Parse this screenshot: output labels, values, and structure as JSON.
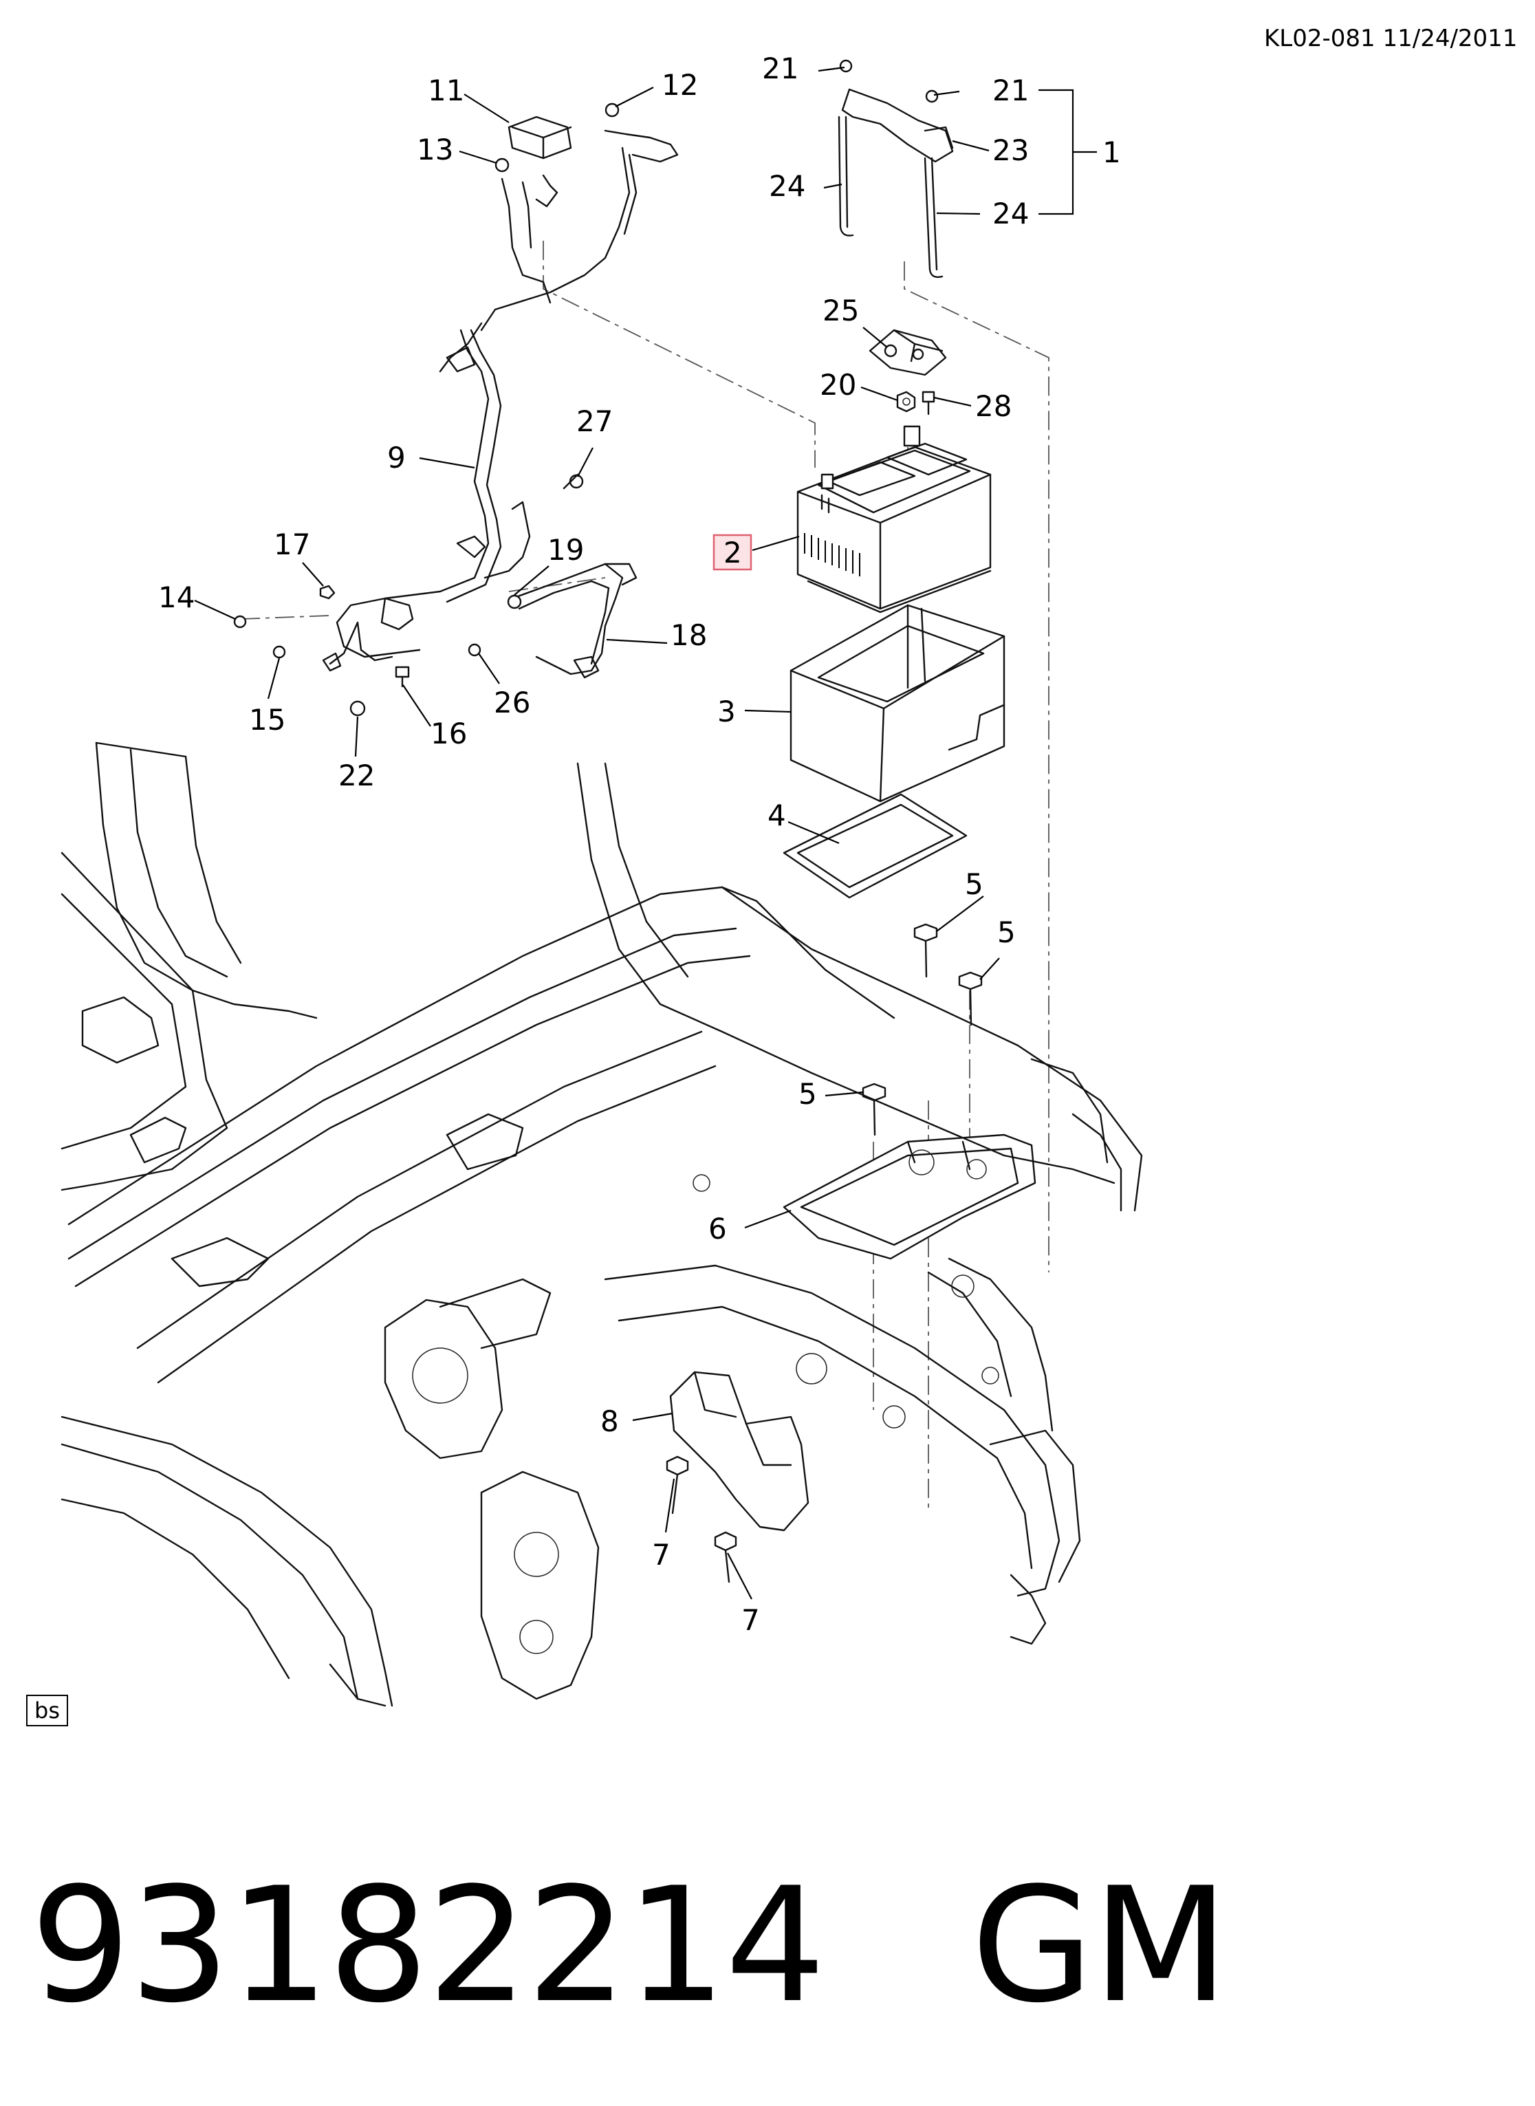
{
  "header": {
    "drawing_code": "KL02-081 11/24/2011"
  },
  "view_tag": "bs",
  "footer": {
    "part_number": "93182214",
    "brand": "GM"
  },
  "callouts": {
    "c1": "1",
    "c2": "2",
    "c3": "3",
    "c4": "4",
    "c5a": "5",
    "c5b": "5",
    "c5c": "5",
    "c6": "6",
    "c7a": "7",
    "c7b": "7",
    "c8": "8",
    "c9": "9",
    "c11": "11",
    "c12": "12",
    "c13": "13",
    "c14": "14",
    "c15": "15",
    "c16": "16",
    "c17": "17",
    "c18": "18",
    "c19": "19",
    "c20": "20",
    "c21a": "21",
    "c21b": "21",
    "c22": "22",
    "c23": "23",
    "c24a": "24",
    "c24b": "24",
    "c25": "25",
    "c26": "26",
    "c27": "27",
    "c28": "28"
  },
  "highlighted_callout": "2",
  "colors": {
    "highlight_border": "#e06070",
    "highlight_fill": "#fbe3e6",
    "line": "#000000"
  }
}
